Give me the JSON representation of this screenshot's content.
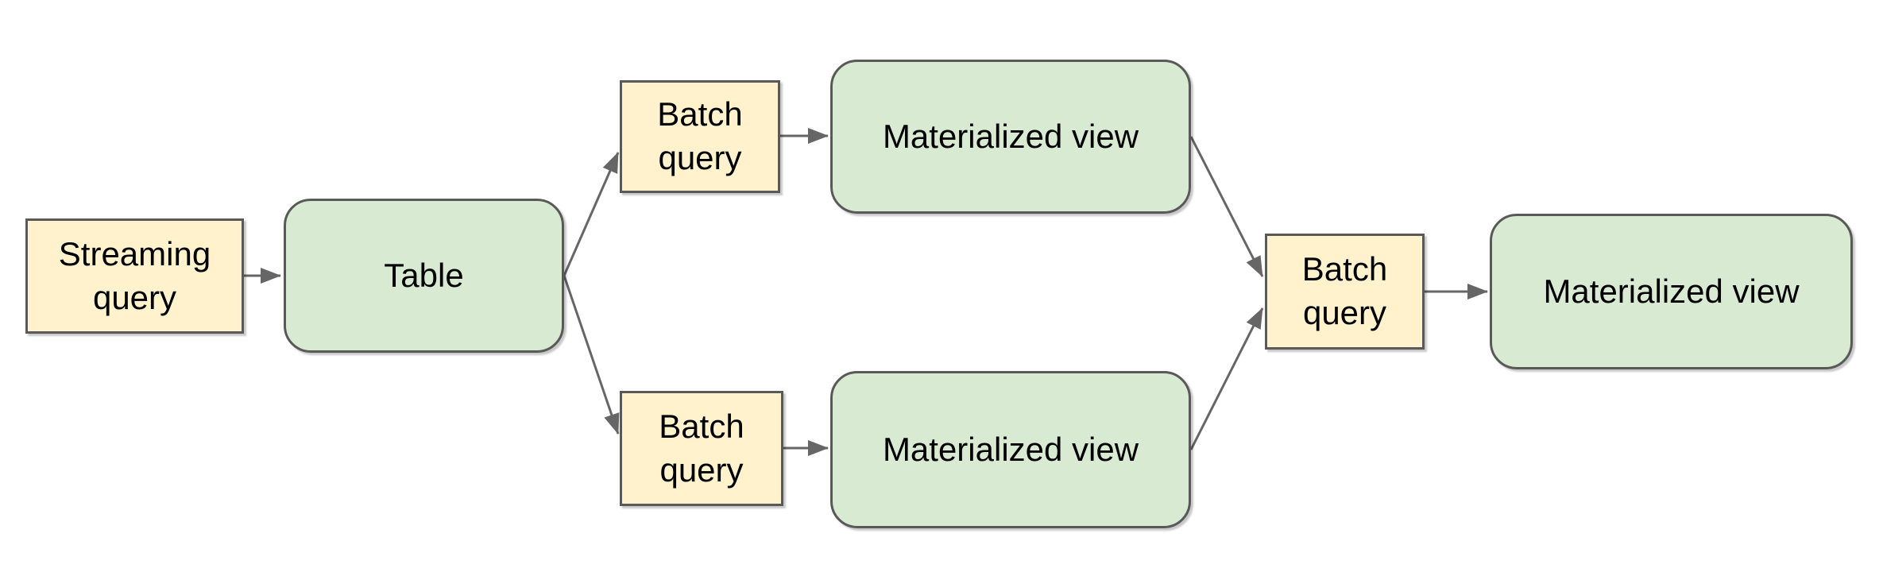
{
  "diagram": {
    "background": "#ffffff",
    "colors": {
      "query_box_fill": "#fff2cc",
      "view_box_fill": "#d9ead3",
      "box_border": "#595959",
      "arrow": "#666666",
      "text": "#000000"
    },
    "nodes": [
      {
        "id": "streaming-query",
        "label": "Streaming query",
        "shape": "rectangle"
      },
      {
        "id": "table",
        "label": "Table",
        "shape": "rounded-rectangle"
      },
      {
        "id": "batch-query-top",
        "label": "Batch query",
        "shape": "rectangle"
      },
      {
        "id": "materialized-view-top",
        "label": "Materialized view",
        "shape": "rounded-rectangle"
      },
      {
        "id": "batch-query-bottom",
        "label": "Batch query",
        "shape": "rectangle"
      },
      {
        "id": "materialized-view-bottom",
        "label": "Materialized view",
        "shape": "rounded-rectangle"
      },
      {
        "id": "batch-query-right",
        "label": "Batch query",
        "shape": "rectangle"
      },
      {
        "id": "materialized-view-final",
        "label": "Materialized view",
        "shape": "rounded-rectangle"
      }
    ],
    "edges": [
      {
        "from": "streaming-query",
        "to": "table"
      },
      {
        "from": "table",
        "to": "batch-query-top"
      },
      {
        "from": "table",
        "to": "batch-query-bottom"
      },
      {
        "from": "batch-query-top",
        "to": "materialized-view-top"
      },
      {
        "from": "batch-query-bottom",
        "to": "materialized-view-bottom"
      },
      {
        "from": "materialized-view-top",
        "to": "batch-query-right"
      },
      {
        "from": "materialized-view-bottom",
        "to": "batch-query-right"
      },
      {
        "from": "batch-query-right",
        "to": "materialized-view-final"
      }
    ]
  }
}
